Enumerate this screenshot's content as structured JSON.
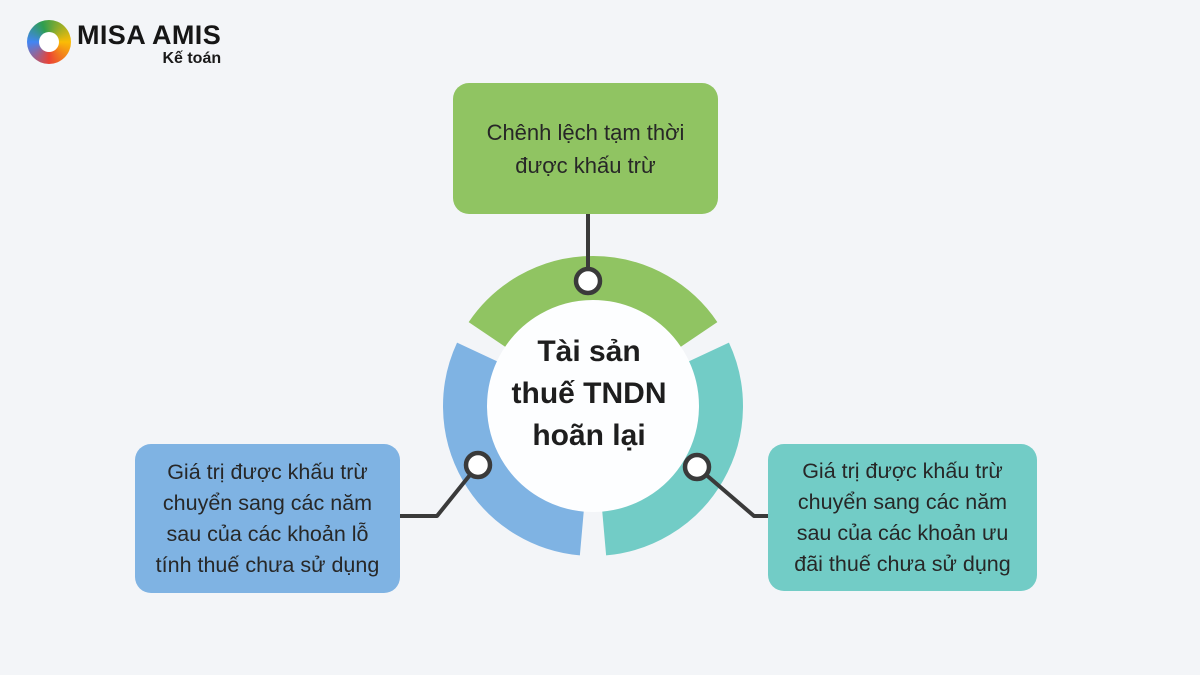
{
  "logo": {
    "brand": "MISA AMIS",
    "product": "Kế toán",
    "icon": "misa-swirl-logo"
  },
  "diagram": {
    "center_title": "Tài sản\nthuế TNDN\nhoãn lại",
    "nodes": [
      {
        "position": "top",
        "label": "Chênh lệch tạm thời\nđược khấu trừ",
        "color": "#90c462"
      },
      {
        "position": "left",
        "label": "Giá trị được khấu trừ\nchuyển sang các năm\nsau của các khoản lỗ\ntính thuế chưa sử dụng",
        "color": "#7fb3e3"
      },
      {
        "position": "right",
        "label": "Giá trị được khấu trừ\nchuyển sang các năm\nsau của các khoản ưu\nđãi thuế chưa sử dụng",
        "color": "#72ccc6"
      }
    ],
    "colors": {
      "green_segment": "#90c462",
      "blue_segment": "#7fb3e3",
      "teal_segment": "#72ccc6",
      "connector_line": "#3a3a3a",
      "connector_dot_fill": "#ffffff",
      "donut_hole": "#fdfeff",
      "background": "#f3f5f8",
      "node_text": "#272727",
      "center_text": "#1e1e1e"
    }
  }
}
